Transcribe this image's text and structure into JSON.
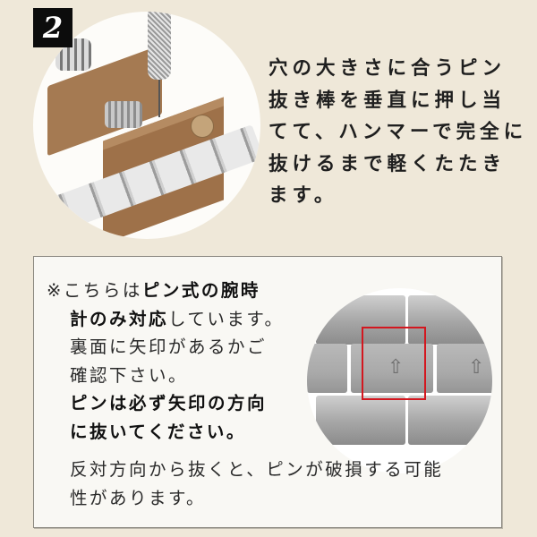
{
  "step": {
    "number": "2",
    "image_alt": "Pin removal tool pressing a pin out of a metal watch bracelet",
    "instruction_lines": [
      "穴の大きさに合うピン",
      "抜き棒を垂直に押し当",
      "てて、ハンマーで完全に",
      "抜けるまで軽くたたき",
      "ます。"
    ]
  },
  "note": {
    "lines": [
      {
        "parts": [
          {
            "text": "※こちらは",
            "bold": false
          },
          {
            "text": "ピン式の腕時",
            "bold": true
          }
        ]
      },
      {
        "parts": [
          {
            "text": "計のみ対応",
            "bold": true
          },
          {
            "text": "しています。",
            "bold": false
          }
        ]
      },
      {
        "parts": [
          {
            "text": "裏面に矢印があるかご",
            "bold": false
          }
        ]
      },
      {
        "parts": [
          {
            "text": "確認下さい。",
            "bold": false
          }
        ]
      },
      {
        "parts": [
          {
            "text": "ピンは必ず矢印の方向",
            "bold": true
          }
        ]
      },
      {
        "parts": [
          {
            "text": "に抜いてください。",
            "bold": true
          }
        ]
      }
    ],
    "bottom_lines": [
      "反対方向から抜くと、ピンが破損する可能",
      "性があります。"
    ],
    "detail_image_alt": "Back of bracelet links showing arrow marks, one highlighted in red frame",
    "arrow_glyph": "⇧"
  },
  "colors": {
    "background": "#efe8d9",
    "box_background": "#f9f8f4",
    "box_border": "#8b8880",
    "highlight_frame": "#d3171f",
    "badge": "#0c0c0c"
  }
}
